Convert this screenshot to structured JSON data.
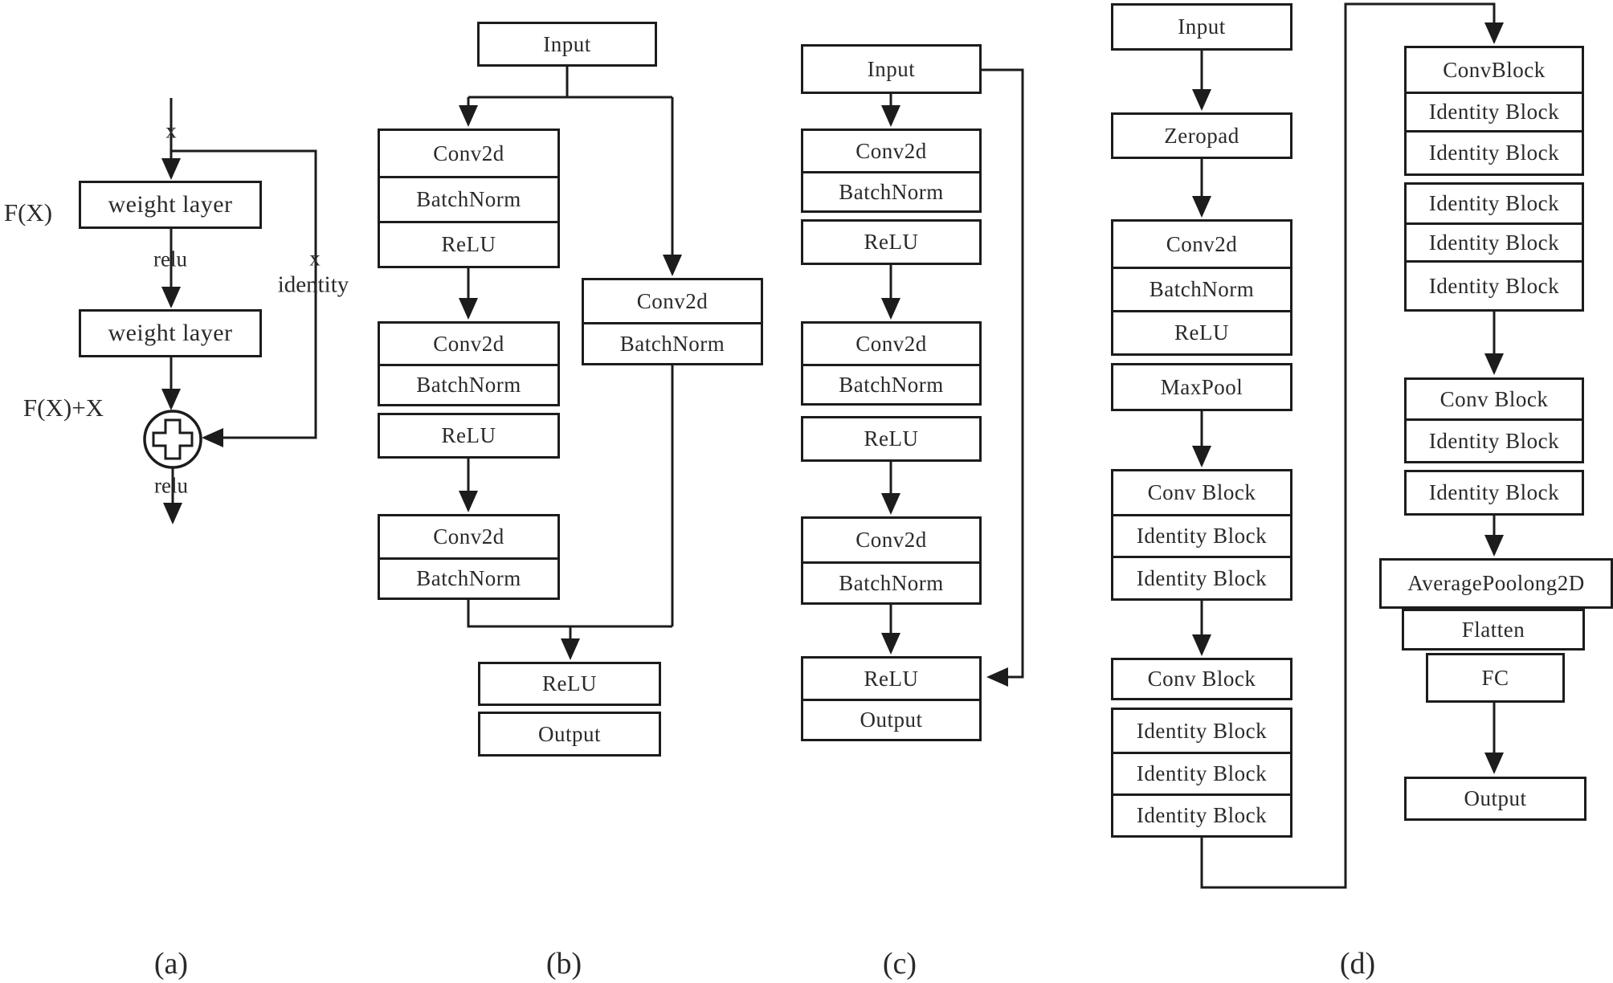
{
  "figure_captions": {
    "a": "(a)",
    "b": "(b)",
    "c": "(c)",
    "d": "(d)"
  },
  "diagram_a": {
    "input_var": "x",
    "fx_label": "F(X)",
    "weight_layer_1": "weight layer",
    "relu_label_1": "relu",
    "skip_var": "x",
    "identity_label": "identity",
    "weight_layer_2": "weight layer",
    "fx_plus_x_label": "F(X)+X",
    "relu_label_2": "relu"
  },
  "diagram_b": {
    "input": "Input",
    "stack1": [
      "Conv2d",
      "BatchNorm",
      "ReLU"
    ],
    "stack2": [
      "Conv2d",
      "BatchNorm"
    ],
    "relu_mid": "ReLU",
    "stack3": [
      "Conv2d",
      "BatchNorm"
    ],
    "shortcut_stack": [
      "Conv2d",
      "BatchNorm"
    ],
    "relu_out": "ReLU",
    "output": "Output"
  },
  "diagram_c": {
    "input": "Input",
    "stack1": [
      "Conv2d",
      "BatchNorm"
    ],
    "relu1": "ReLU",
    "stack2": [
      "Conv2d",
      "BatchNorm"
    ],
    "relu2": "ReLU",
    "stack3": [
      "Conv2d",
      "BatchNorm"
    ],
    "out_stack": [
      "ReLU",
      "Output"
    ]
  },
  "diagram_d": {
    "input": "Input",
    "zeropad": "Zeropad",
    "stem_stack": [
      "Conv2d",
      "BatchNorm",
      "ReLU"
    ],
    "maxpool": "MaxPool",
    "stage1_stack": [
      "Conv Block",
      "Identity Block",
      "Identity Block"
    ],
    "stage2_conv_block": "Conv Block",
    "stage2_stack": [
      "Identity Block",
      "Identity Block",
      "Identity Block"
    ],
    "stage3_stack": [
      "ConvBlock",
      "Identity Block",
      "Identity Block"
    ],
    "stage3b_stack": [
      "Identity Block",
      "Identity Block",
      "Identity Block"
    ],
    "stage4_stack": [
      "Conv Block",
      "Identity Block"
    ],
    "stage4_identity": "Identity Block",
    "avgpool": "AveragePoolong2D",
    "flatten": "Flatten",
    "fc": "FC",
    "output": "Output"
  },
  "colors": {
    "line": "#1c1c1c",
    "background": "#ffffff",
    "text": "#2a2a2a"
  }
}
